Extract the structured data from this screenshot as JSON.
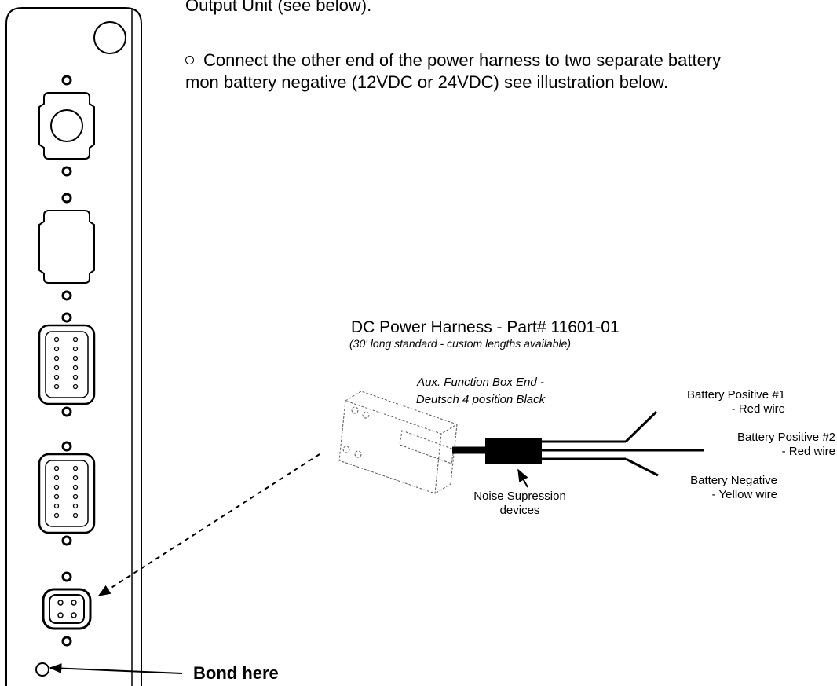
{
  "instructions": {
    "line_prev": "Output Unit (see below).",
    "bullet_line1": "Connect the other end of the power harness to two separate battery",
    "bullet_line2": "mon battery negative (12VDC or 24VDC) see illustration below."
  },
  "harness": {
    "title": "DC Power Harness - Part# 11601-01",
    "subtitle": "(30' long standard - custom lengths available)",
    "connector_label_line1": "Aux. Function Box End -",
    "connector_label_line2": "Deutsch 4 position Black",
    "noise_label_line1": "Noise Supression",
    "noise_label_line2": "devices",
    "wires": [
      {
        "line1": "Battery Positive #1",
        "line2": "- Red wire"
      },
      {
        "line1": "Battery Positive #2",
        "line2": "- Red wire"
      },
      {
        "line1": "Battery Negative",
        "line2": "- Yellow wire"
      }
    ]
  },
  "callouts": {
    "bond_label": "Bond here"
  }
}
